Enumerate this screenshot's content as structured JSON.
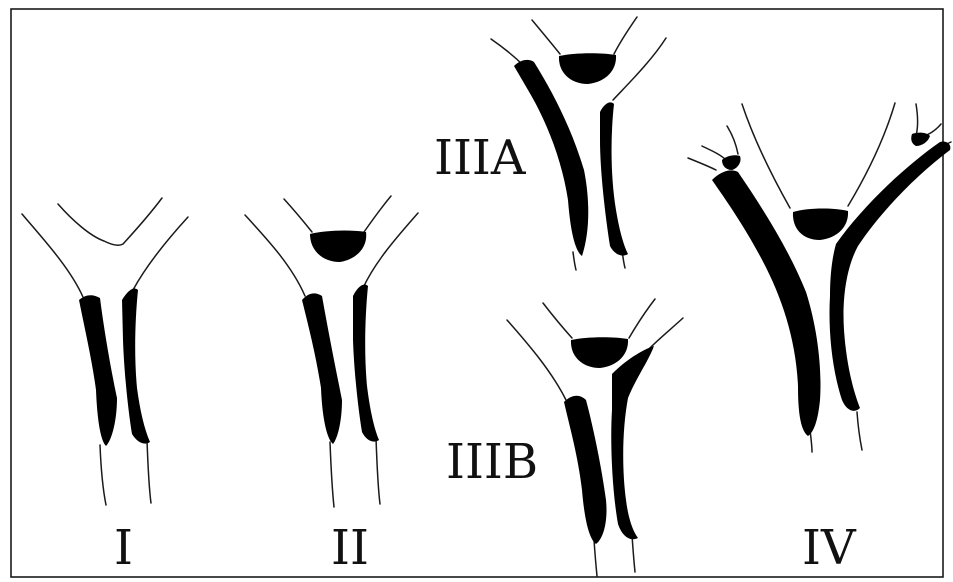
{
  "labels": {
    "type_1": "I",
    "type_2": "II",
    "type_3a": "IIIA",
    "type_3b": "IIIB",
    "type_4": "IV"
  },
  "colors": {
    "background": "#ffffff",
    "line": "#1a1a1a",
    "fill": "#000000"
  }
}
